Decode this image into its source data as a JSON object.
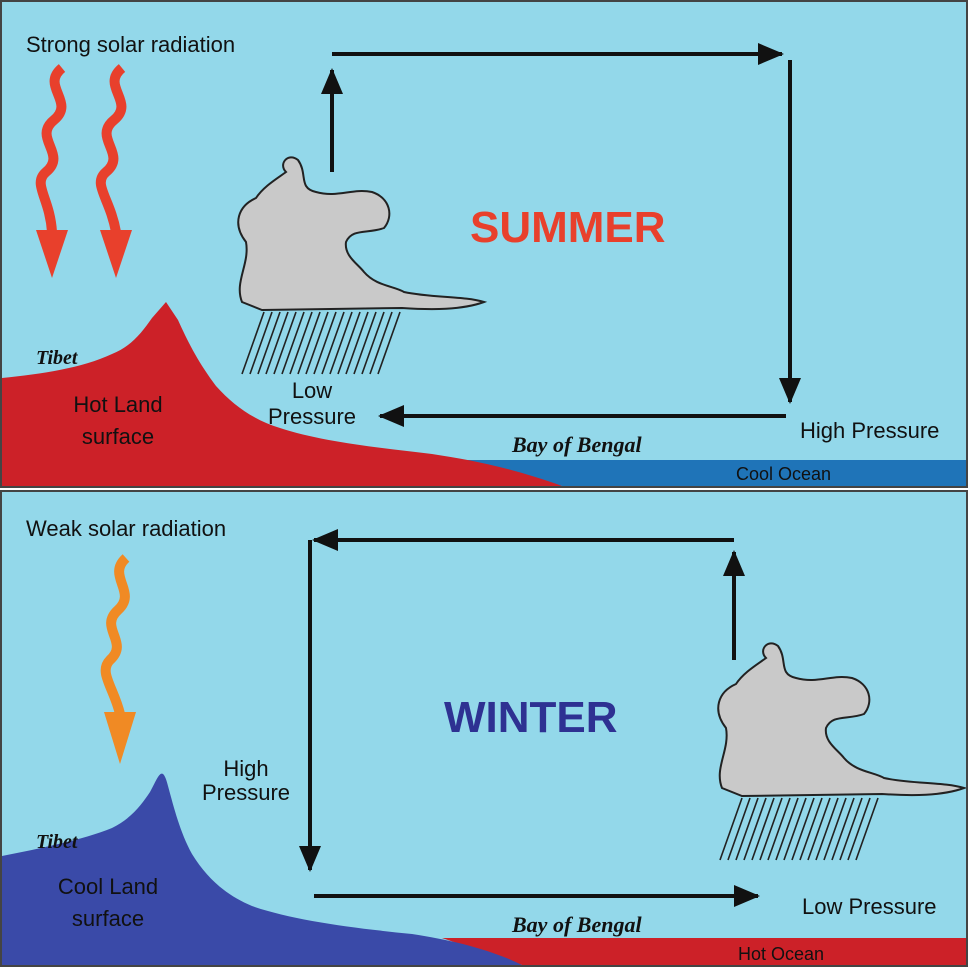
{
  "summer": {
    "season_label": "SUMMER",
    "solar_label": "Strong solar radiation",
    "region_label": "Tibet",
    "land_label_line1": "Hot Land",
    "land_label_line2": "surface",
    "low_pressure_line1": "Low",
    "low_pressure_line2": "Pressure",
    "high_pressure_label": "High Pressure",
    "bay_label": "Bay of Bengal",
    "ocean_label": "Cool Ocean",
    "colors": {
      "season": "#e8402c",
      "land": "#cc2128",
      "ocean": "#1f74b8",
      "arrows": "#e8402c",
      "sky": "#93d8ea"
    }
  },
  "winter": {
    "season_label": "WINTER",
    "solar_label": "Weak solar radiation",
    "region_label": "Tibet",
    "land_label_line1": "Cool Land",
    "land_label_line2": "surface",
    "high_pressure_line1": "High",
    "high_pressure_line2": "Pressure",
    "low_pressure_label": "Low Pressure",
    "bay_label": "Bay of Bengal",
    "ocean_label": "Hot Ocean",
    "colors": {
      "season": "#2e3192",
      "land": "#3a4aa8",
      "ocean": "#cc2128",
      "arrows": "#f08a24",
      "sky": "#93d8ea"
    }
  },
  "icons": [
    "radiation-wave-arrow-icon",
    "rain-cloud-icon",
    "circulation-arrow-icon"
  ]
}
